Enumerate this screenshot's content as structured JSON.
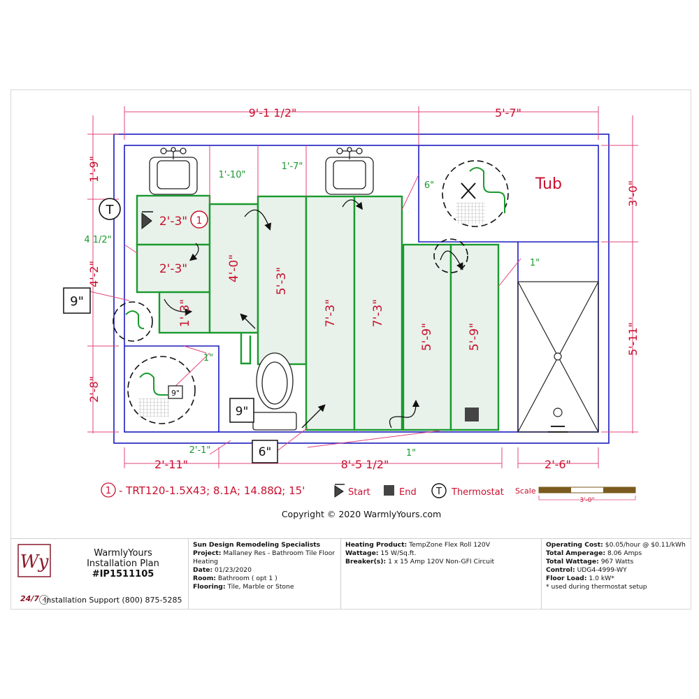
{
  "drawing": {
    "dims": {
      "top_left": "9'-1 1/2\"",
      "top_right": "5'-7\"",
      "right_top": "3'-0\"",
      "right_bottom": "5'-11\"",
      "left_top": "1'-9\"",
      "left_mid": "4'-2\"",
      "left_bottom": "2'-8\"",
      "bottom_left": "2'-11\"",
      "bottom_mid": "8'-5 1/2\"",
      "bottom_right": "2'-6\"",
      "sink_gap_1": "1'-10\"",
      "sink_gap_2": "1'-7\"",
      "gap_6": "6\"",
      "gap_4half": "4 1/2\"",
      "gap_1_right": "1\"",
      "gap_1_bottom": "1\"",
      "gap_1_left": "1\"",
      "gap_2_1": "2'-1\""
    },
    "strips": {
      "s1": "2'-3\"",
      "s2": "2'-3\"",
      "s3": "1'-3\"",
      "s4": "4'-0\"",
      "s5": "5'-3\"",
      "s6": "7'-3\"",
      "s7": "7'-3\"",
      "s8": "5'-9\"",
      "s9": "5'-9\""
    },
    "tub_label": "Tub",
    "thermostat_letter": "T",
    "circle_number": "1",
    "box_9_left": "9\"",
    "box_9_inner": "9\"",
    "box_9_toilet": "9\"",
    "box_6": "6\""
  },
  "legend": {
    "item_number": "1",
    "item_text": "- TRT120-1.5X43; 8.1A; 14.88Ω; 15'",
    "start": "Start",
    "end": "End",
    "thermostat_letter": "T",
    "thermostat": "Thermostat",
    "scale": "Scale",
    "scale_value": "3'-0\""
  },
  "copyright": "Copyright © 2020 WarmlyYours.com",
  "title_block": {
    "title": "WarmlyYours Installation Plan",
    "plan_id": "#IP1511105",
    "support_badge": "24/7",
    "support": "Installation Support (800) 875-5285",
    "company": "Sun Design Remodeling Specialists",
    "project_label": "Project:",
    "project": "Mallaney Res - Bathroom Tile Floor Heating",
    "date_label": "Date:",
    "date": "01/23/2020",
    "room_label": "Room:",
    "room": "Bathroom ( opt 1 )",
    "flooring_label": "Flooring:",
    "flooring": "Tile, Marble or Stone",
    "product_label": "Heating Product:",
    "product": "TempZone Flex Roll 120V",
    "wattage_label": "Wattage:",
    "wattage": "15 W/Sq.ft.",
    "breaker_label": "Breaker(s):",
    "breaker": "1 x 15 Amp 120V Non-GFI Circuit",
    "cost_label": "Operating Cost:",
    "cost": "$0.05/hour @ $0.11/kWh",
    "amperage_label": "Total Amperage:",
    "amperage": "8.06 Amps",
    "total_wattage_label": "Total Wattage:",
    "total_wattage": "967 Watts",
    "control_label": "Control:",
    "control": "UDG4-4999-WY",
    "floor_load_label": "Floor Load:",
    "floor_load": "1.0 kW*",
    "footnote": "* used during thermostat setup"
  },
  "colors": {
    "wall": "#1b1bbf",
    "heater": "#1a9a2e",
    "heater_fill": "#e8f2ea",
    "dimension": "#e0457b",
    "dim_text": "#c8102e",
    "scale_brown": "#7a5a1e"
  }
}
